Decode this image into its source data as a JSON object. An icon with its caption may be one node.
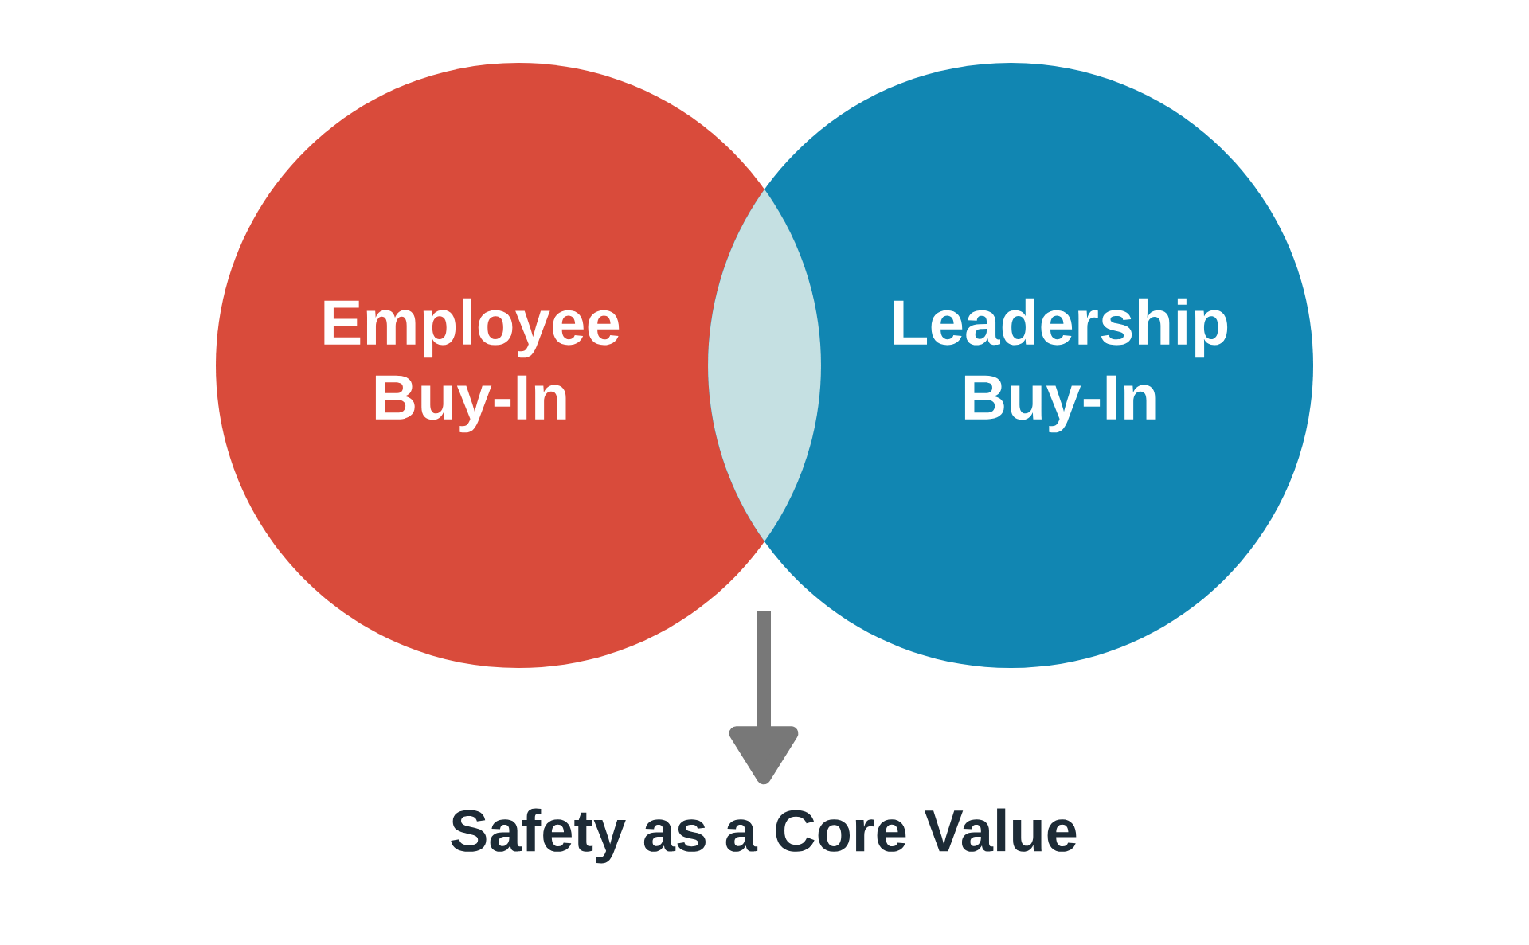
{
  "diagram": {
    "nodes": [
      {
        "text": [
          "Employee Buy-In"
        ]
      },
      {
        "text": [
          "Leadership Buy-In"
        ]
      },
      {
        "text": [],
        "shape": "lens"
      },
      {
        "text": [
          "Safety as a Core Value"
        ]
      }
    ],
    "edges": [
      {
        "from": null,
        "to": 3,
        "arrow": "to"
      }
    ]
  }
}
